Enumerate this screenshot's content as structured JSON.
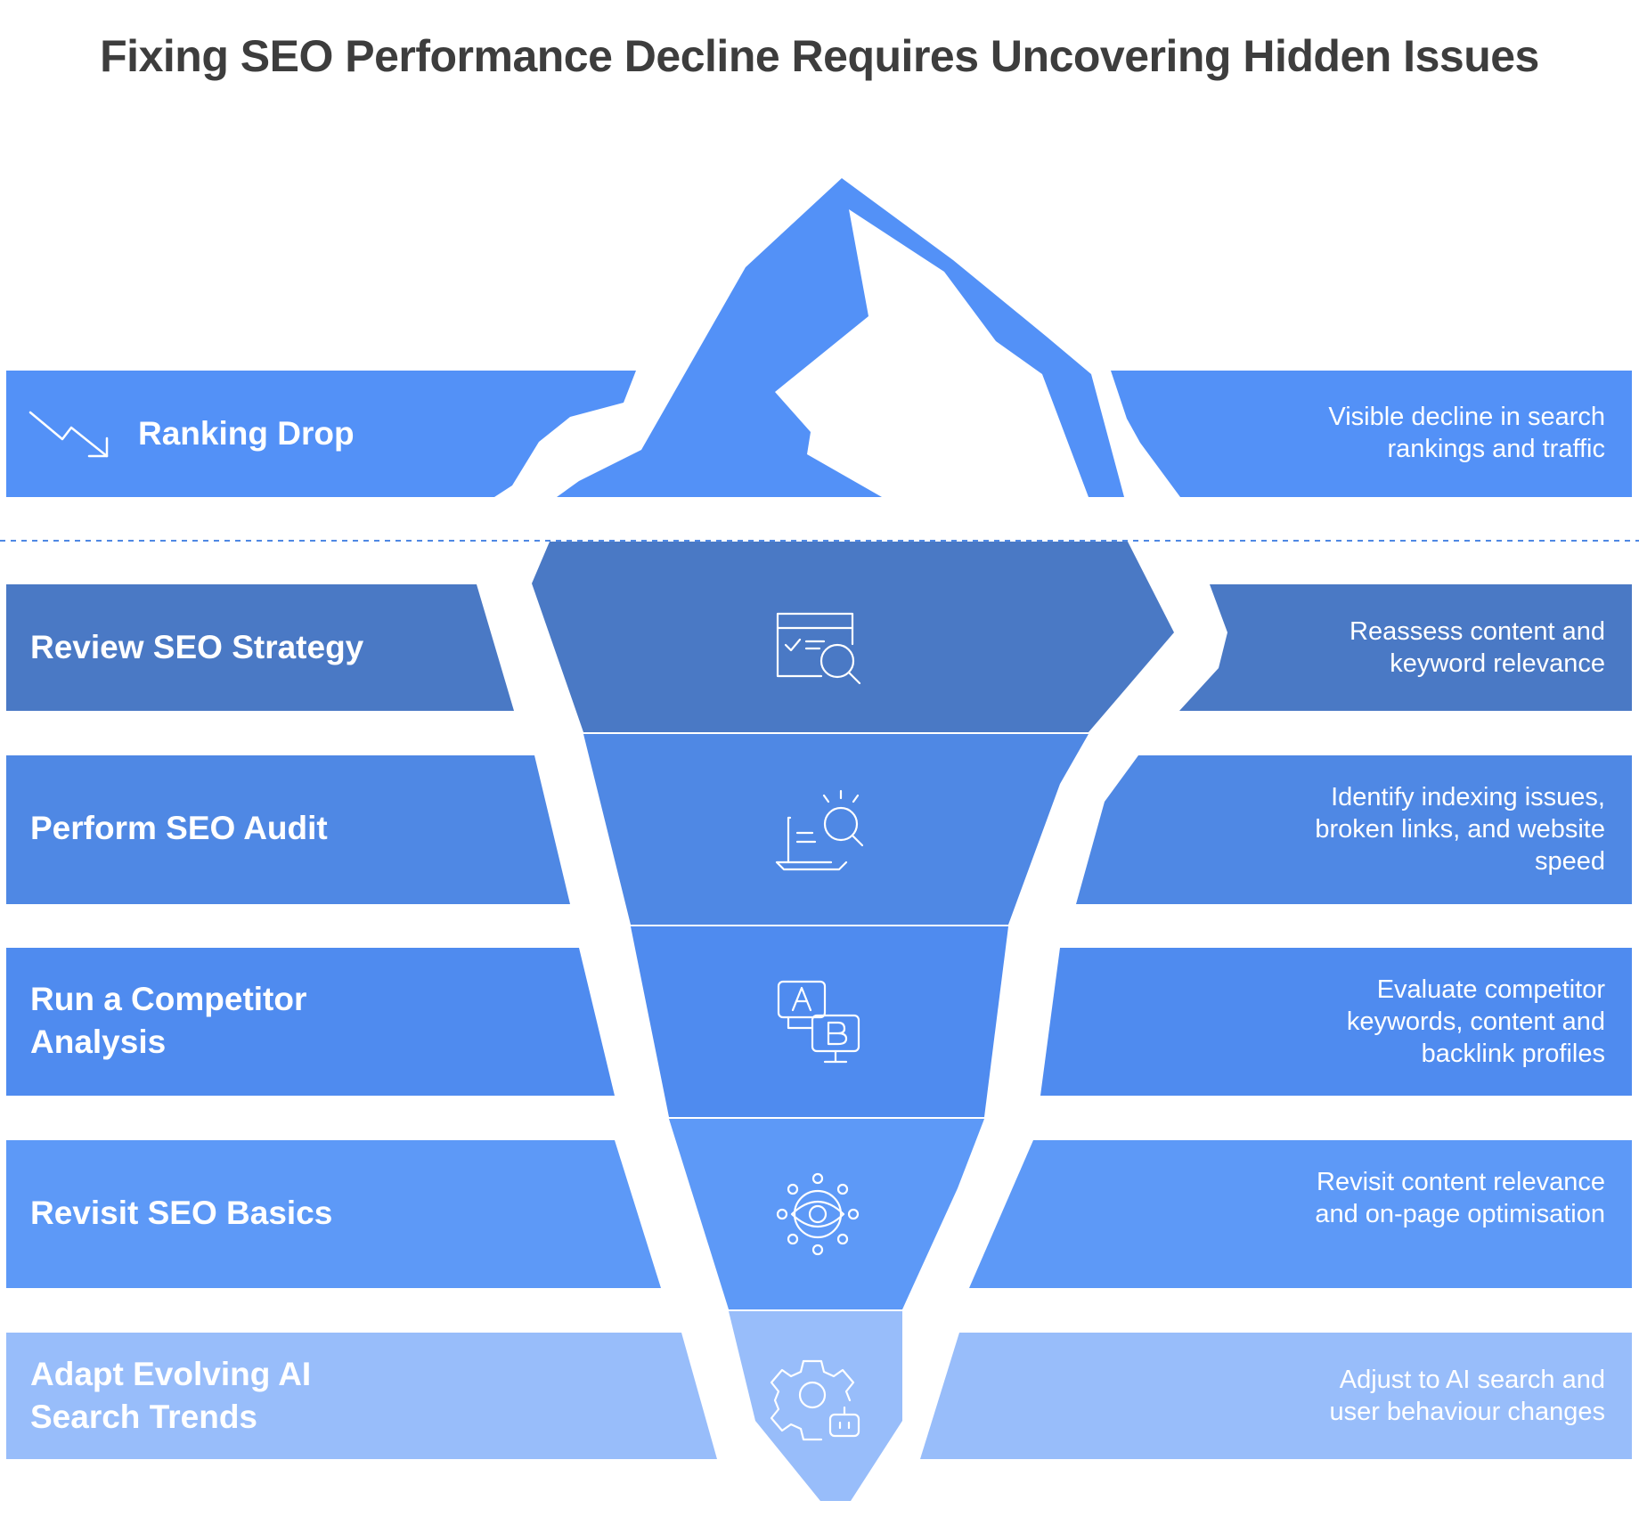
{
  "title": "Fixing SEO Performance Decline Requires Uncovering Hidden Issues",
  "colors": {
    "band_tip": "#5391f7",
    "band_2": "#4a79c5",
    "band_3": "#4f88e4",
    "band_4": "#4f8bef",
    "band_5": "#5d99f7",
    "band_6": "#98bdfa",
    "ice_peak": "#ffffff",
    "waterline": "#4f88e4"
  },
  "layers": [
    {
      "label": "Ranking Drop",
      "description": "Visible decline in search rankings and traffic",
      "icon": "trend-down-icon"
    },
    {
      "label": "Review SEO Strategy",
      "description": "Reassess content and keyword relevance",
      "icon": "browser-search-icon"
    },
    {
      "label": "Perform SEO Audit",
      "description": "Identify indexing issues, broken links, and website speed",
      "icon": "laptop-search-icon"
    },
    {
      "label": "Run a Competitor Analysis",
      "description": "Evaluate competitor keywords, content and backlink profiles",
      "icon": "ab-compare-icon"
    },
    {
      "label": "Revisit SEO Basics",
      "description": "Revisit content relevance and on-page optimisation",
      "icon": "eye-network-icon"
    },
    {
      "label": "Adapt Evolving AI Search Trends",
      "description": "Adjust to AI search and user behaviour changes",
      "icon": "gear-robot-icon"
    }
  ]
}
